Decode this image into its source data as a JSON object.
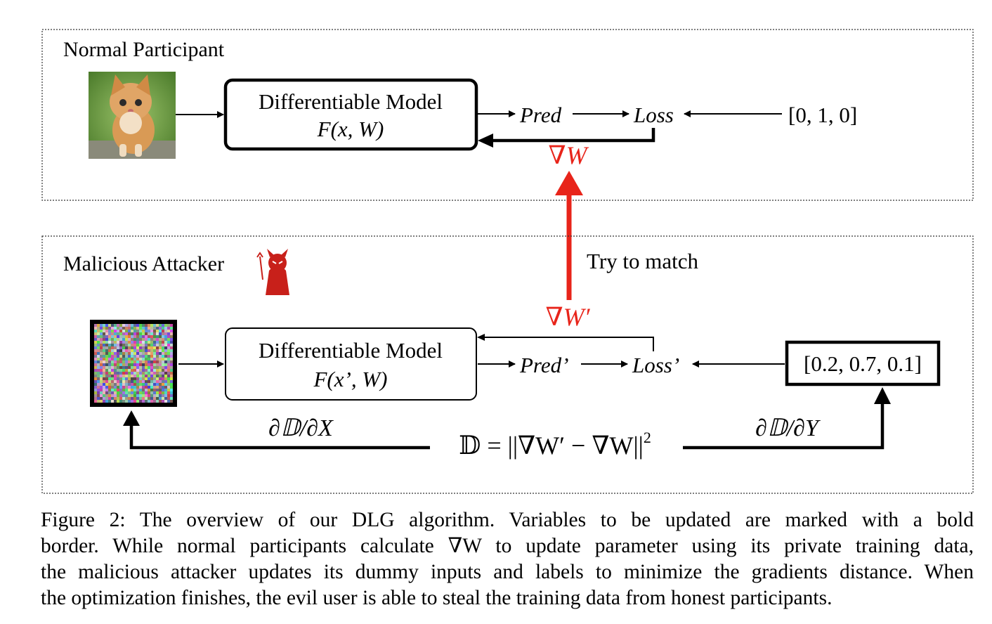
{
  "panels": {
    "normal": {
      "title": "Normal Participant",
      "model_label": "Differentiable Model",
      "model_formula": "F(x, W)",
      "pred": "Pred",
      "loss": "Loss",
      "label_vector": "[0, 1, 0]",
      "gradient": "∇W",
      "input_image": "kitten photo"
    },
    "attacker": {
      "title": "Malicious Attacker",
      "model_label": "Differentiable Model",
      "model_formula": "F(x’, W)",
      "pred": "Pred’",
      "loss": "Loss’",
      "label_vector": "[0.2, 0.7, 0.1]",
      "gradient": "∇W′",
      "distance_formula": "𝔻 = ||∇W′ − ∇W||",
      "distance_exponent": "2",
      "dx_label": "∂𝔻/∂X",
      "dy_label": "∂𝔻/∂Y",
      "input_image": "random noise image",
      "icon": "devil-icon"
    }
  },
  "match_label": "Try to match",
  "colors": {
    "accent_red": "#e8241a",
    "black": "#000000"
  },
  "caption": {
    "lines": [
      "Figure 2: The overview of our DLG algorithm. Variables to be updated are marked with a bold",
      "border. While normal participants calculate ∇W to update parameter using its private training data,",
      "the malicious attacker updates its dummy inputs and labels to minimize the gradients distance. When",
      "the optimization finishes, the evil user is able to steal the training data from honest participants."
    ]
  }
}
